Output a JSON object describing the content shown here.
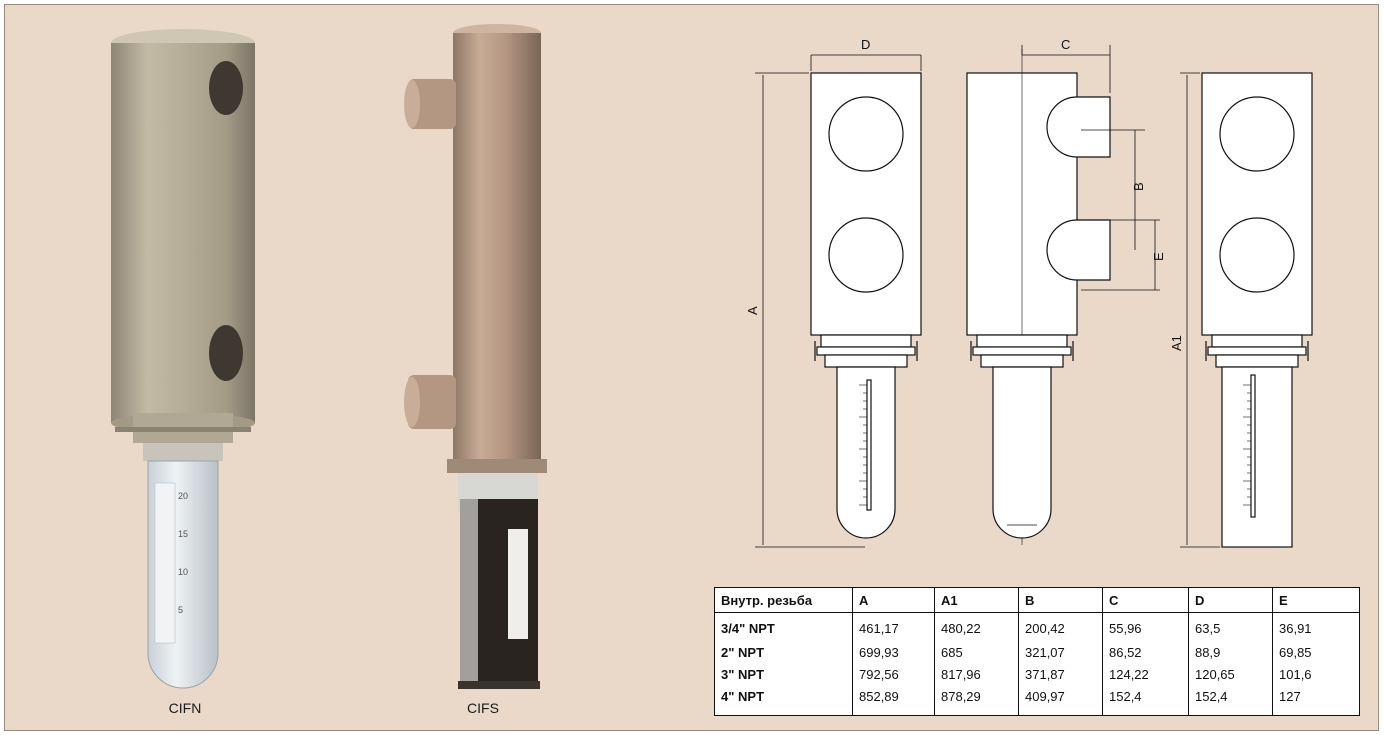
{
  "photos": [
    {
      "caption": "CIFN",
      "scale_labels": [
        "20",
        "15",
        "10",
        "5"
      ]
    },
    {
      "caption": "CIFS",
      "scale_labels": []
    }
  ],
  "drawing": {
    "labels": {
      "A": "A",
      "A1": "A1",
      "B": "B",
      "C": "C",
      "D": "D",
      "E": "E"
    }
  },
  "table": {
    "headers": [
      "Внутр. резьба",
      "A",
      "A1",
      "B",
      "C",
      "D",
      "E"
    ],
    "rows": [
      [
        "3/4\" NPT",
        "461,17",
        "480,22",
        "200,42",
        "55,96",
        "63,5",
        "36,91"
      ],
      [
        "2\" NPT",
        "699,93",
        "685",
        "321,07",
        "86,52",
        "88,9",
        "69,85"
      ],
      [
        "3\" NPT",
        "792,56",
        "817,96",
        "371,87",
        "124,22",
        "120,65",
        "101,6"
      ],
      [
        "4\" NPT",
        "852,89",
        "878,29",
        "409,97",
        "152,4",
        "152,4",
        "127"
      ]
    ]
  },
  "colors": {
    "background": "#ead8c9",
    "steel": "#b8ae98",
    "copper": "#b99a82",
    "glass": "#dfe6ec",
    "dark_sleeve": "#2a2420"
  }
}
